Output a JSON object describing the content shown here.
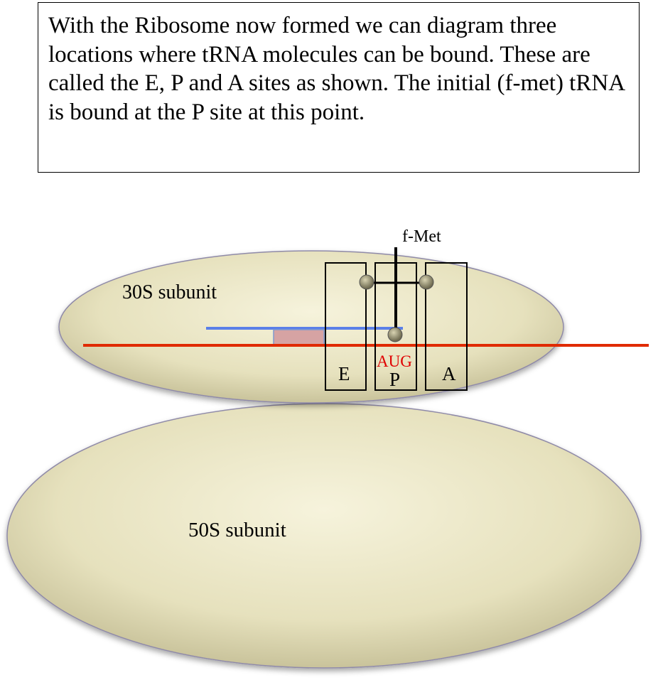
{
  "caption": "With the Ribosome now formed we can diagram three locations where tRNA molecules can be bound. These are called the E, P and A sites as shown. The initial (f-met) tRNA is bound at the P site at this point.",
  "labels": {
    "small_subunit": "30S subunit",
    "large_subunit": "50S subunit",
    "amino_acid": "f-Met",
    "codon": "AUG",
    "site_e": "E",
    "site_p": "P",
    "site_a": "A"
  },
  "colors": {
    "mrna": "#e02a00",
    "rrna": "#5a7fe8",
    "codon_text": "#e00000",
    "pink_region": "#d6a3a3",
    "subunit_fill": "#e8e4c4"
  }
}
